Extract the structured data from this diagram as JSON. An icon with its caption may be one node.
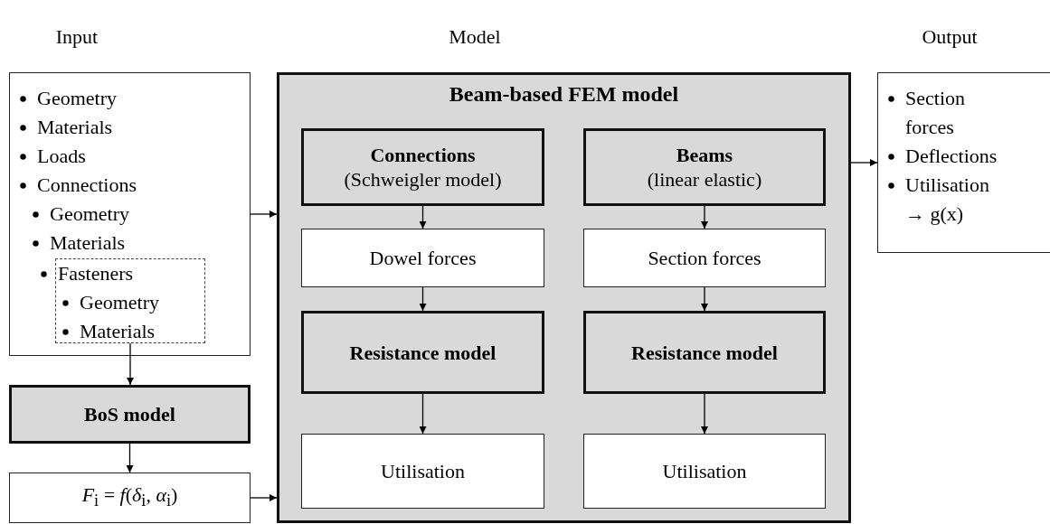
{
  "diagram": {
    "nodes": [
      {
        "text": [
          "Geometry",
          "Materials",
          "Loads",
          "Connections",
          "Geometry",
          "Materials"
        ]
      },
      {
        "text": [
          "Fasteners",
          "Geometry",
          "Materials"
        ],
        "in": 0
      },
      {
        "text": [
          "BoS model"
        ]
      },
      {
        "text": [
          "*F*$_{i}$ = *f*(*δ*$_{i}$, *α*$_{i}$)"
        ]
      },
      {
        "text": [
          "Beam-based FEM model"
        ]
      },
      {
        "text": [
          "Connections",
          "(Schweigler model)"
        ],
        "in": 4
      },
      {
        "text": [
          "Dowel forces"
        ],
        "in": 4
      },
      {
        "text": [
          "Resistance model"
        ],
        "in": 4
      },
      {
        "text": [
          "Utilisation"
        ],
        "in": 4
      },
      {
        "text": [
          "Beams",
          "(linear elastic)"
        ],
        "in": 4
      },
      {
        "text": [
          "Section forces"
        ],
        "in": 4
      },
      {
        "text": [
          "Resistance model"
        ],
        "in": 4
      },
      {
        "text": [
          "Utilisation"
        ],
        "in": 4
      },
      {
        "text": [
          "Section forces",
          "Deflections",
          "Utilisation → g(x)"
        ]
      }
    ],
    "edges": [
      {
        "from": 1,
        "to": 2,
        "arrow": "to"
      },
      {
        "from": 2,
        "to": 3,
        "arrow": "to"
      },
      {
        "from": 0,
        "to": 4,
        "arrow": "to"
      },
      {
        "from": 3,
        "to": 4,
        "arrow": "to"
      },
      {
        "from": 5,
        "to": 6,
        "arrow": "to"
      },
      {
        "from": 6,
        "to": 7,
        "arrow": "to"
      },
      {
        "from": 7,
        "to": 8,
        "arrow": "to"
      },
      {
        "from": 9,
        "to": 10,
        "arrow": "to"
      },
      {
        "from": 10,
        "to": 11,
        "arrow": "to"
      },
      {
        "from": 11,
        "to": 12,
        "arrow": "to"
      },
      {
        "from": 4,
        "to": 13,
        "arrow": "to"
      }
    ],
    "labels": [
      "Input",
      "Model",
      "Output"
    ]
  }
}
